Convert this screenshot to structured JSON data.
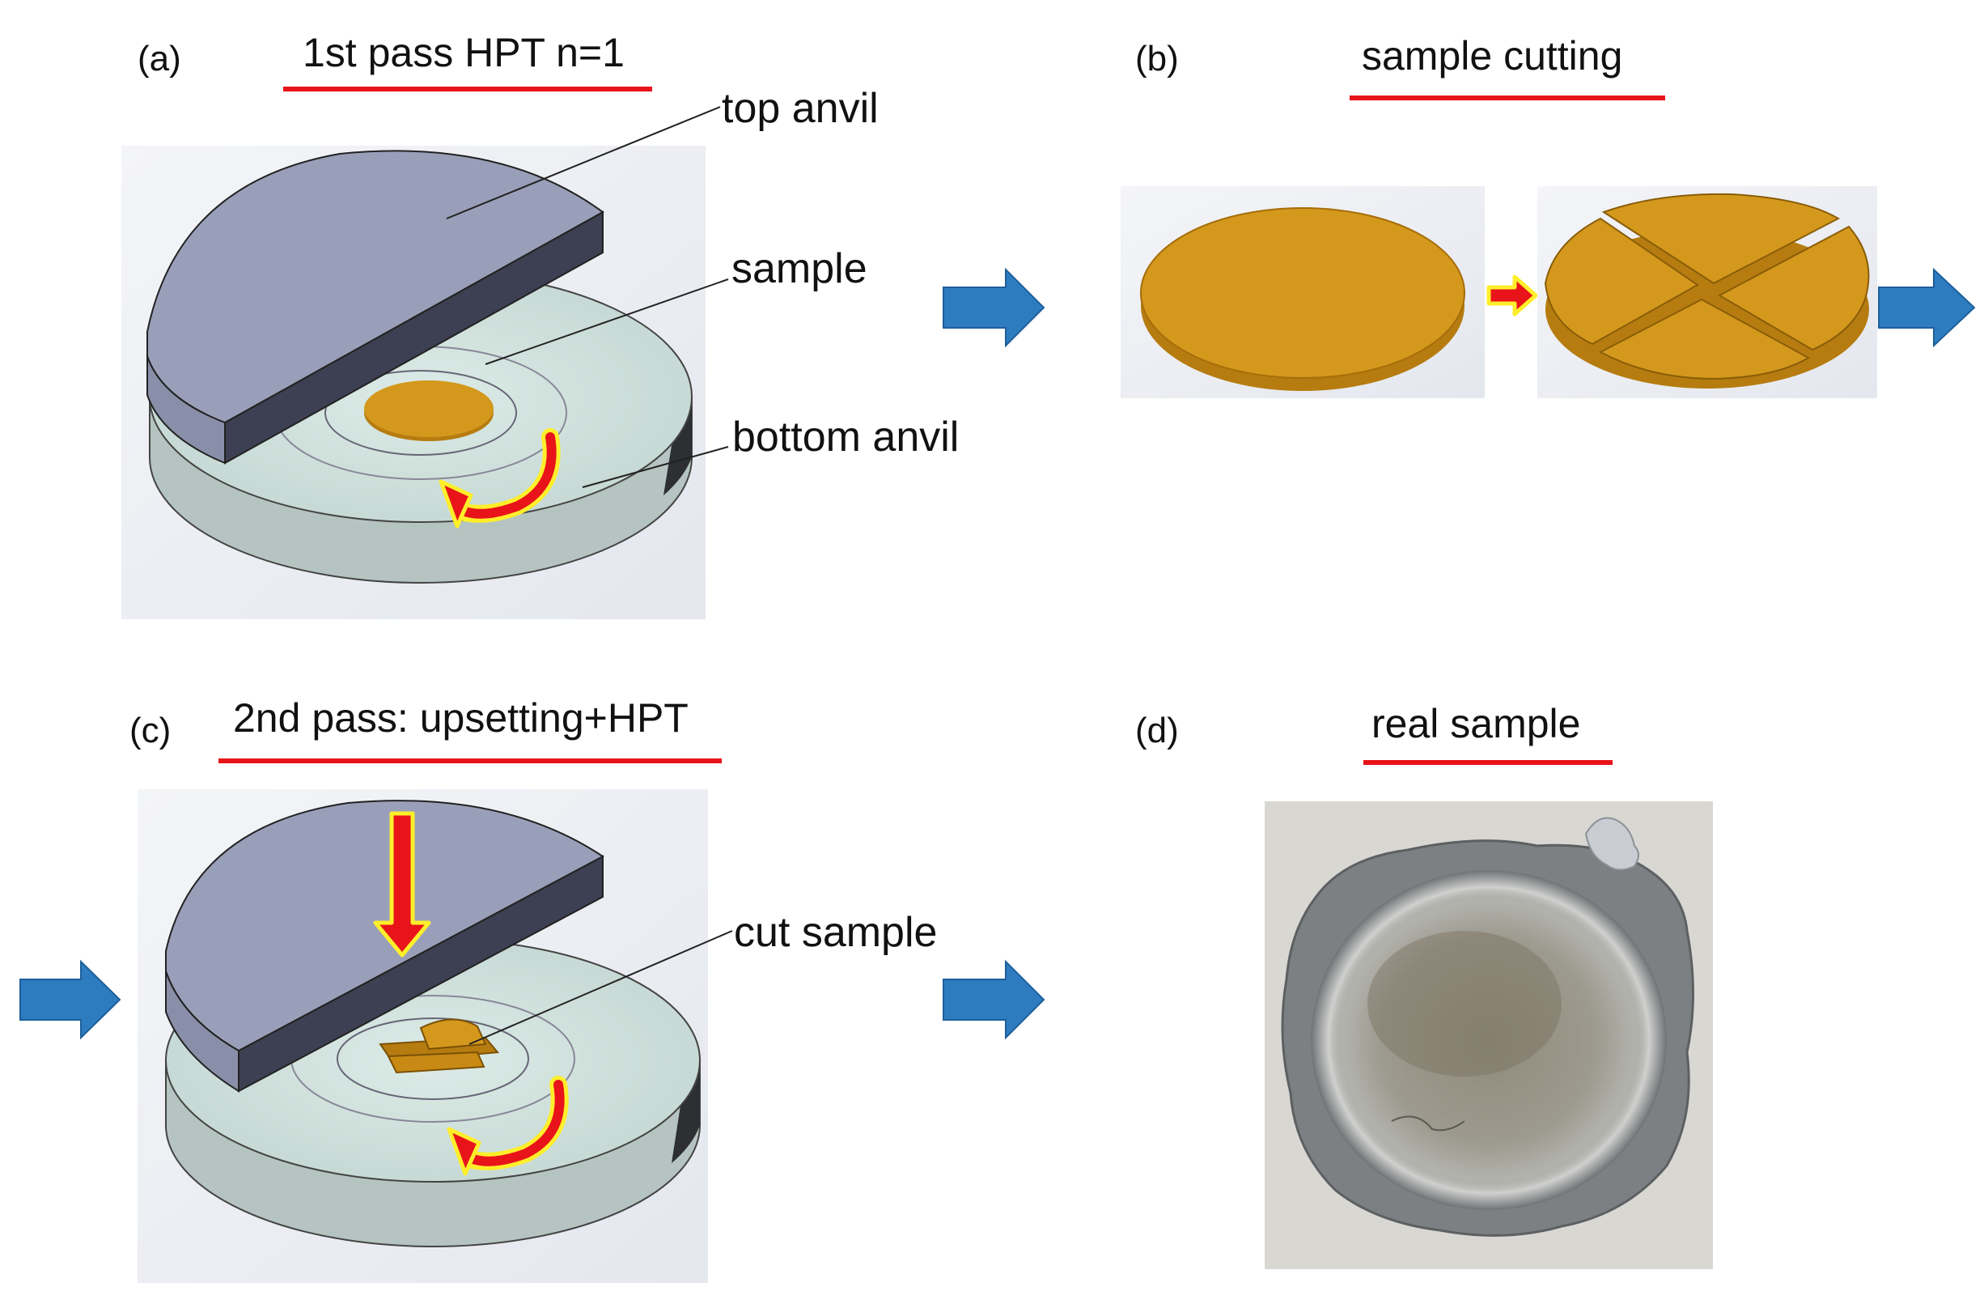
{
  "panels": {
    "a": {
      "label": "(a)",
      "title": "1st pass HPT n=1"
    },
    "b": {
      "label": "(b)",
      "title": "sample cutting"
    },
    "c": {
      "label": "(c)",
      "title": "2nd pass: upsetting+HPT"
    },
    "d": {
      "label": "(d)",
      "title": "real sample"
    }
  },
  "callouts": {
    "top_anvil": "top anvil",
    "sample": "sample",
    "bottom_anvil": "bottom anvil",
    "cut_sample": "cut sample"
  },
  "colors": {
    "top_anvil": "#9a9fb9",
    "top_anvil_dark": "#3d3f52",
    "bottom_anvil": "#cfe0dc",
    "bottom_anvil_side": "#b7c6c2",
    "sample": "#d4981c",
    "sample_side": "#b67c10",
    "flow_arrow": "#2e7cc0",
    "rotation_arrow": "#e8141a",
    "rotation_outline": "#ffee2a",
    "title_underline": "#e8141a"
  }
}
